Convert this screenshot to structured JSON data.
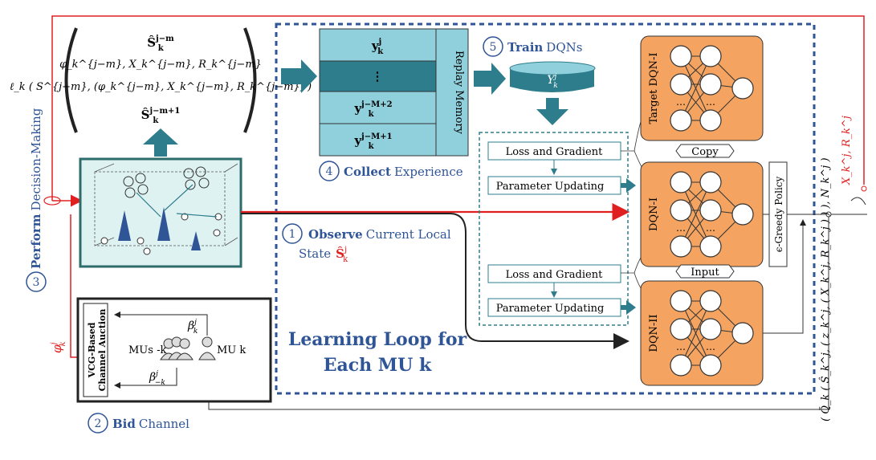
{
  "state_block": {
    "line1": "Ŝ",
    "line1_sup": "j−m",
    "line1_sub": "k",
    "line2": "φ_k^{j−m}, X_k^{j−m}, R_k^{j−m}",
    "line3": "ℓ_k ( S^{j−m}, (φ_k^{j−m}, X_k^{j−m}, R_k^{j−m}) )",
    "line4": "Ŝ",
    "line4_sup": "j−m+1",
    "line4_sub": "k"
  },
  "replay_memory": {
    "label": "Replay Memory",
    "rows": [
      {
        "main": "y",
        "sup": "j",
        "sub": "k"
      },
      {
        "main": "⋮",
        "sup": "",
        "sub": ""
      },
      {
        "main": "y",
        "sup": "j−M+2",
        "sub": "k"
      },
      {
        "main": "y",
        "sup": "j−M+1",
        "sub": "k"
      }
    ]
  },
  "steps": {
    "s1": {
      "num": "1",
      "bold": "Observe",
      "text": "Current Local",
      "text2": "State",
      "symbol": "Ŝ",
      "symbol_sup": "j",
      "symbol_sub": "k"
    },
    "s2": {
      "num": "2",
      "bold": "Bid",
      "text": "Channel"
    },
    "s3": {
      "num": "3",
      "bold": "Perform",
      "text": "Decision-Making"
    },
    "s4": {
      "num": "4",
      "bold": "Collect",
      "text": "Experience"
    },
    "s5": {
      "num": "5",
      "bold": "Train",
      "text": "DQNs"
    }
  },
  "dataset": {
    "main": "Y",
    "sup": "j",
    "sub": "k"
  },
  "update_blocks": {
    "upper": {
      "loss": "Loss and Gradient",
      "param": "Parameter Updating"
    },
    "lower": {
      "loss": "Loss and Gradient",
      "param": "Parameter Updating"
    }
  },
  "networks": {
    "target": "Target DQN-I",
    "dqn1": "DQN-I",
    "dqn2": "DQN-II",
    "copy": "Copy",
    "input": "Input",
    "ellipsis": "…"
  },
  "policy": "ϵ-Greedy Policy",
  "learning_loop": {
    "line1": "Learning Loop for",
    "line2": "Each MU k"
  },
  "auction": {
    "title1": "VCG-Based",
    "title2": "Channel Auction",
    "mus_minus": "MUs -k",
    "mu": "MU k",
    "beta_k": "β",
    "beta_k_sup": "j",
    "beta_k_sub": "k",
    "beta_minus": "β",
    "beta_minus_sup": "j",
    "beta_minus_sub": "−k"
  },
  "phi_label": {
    "main": "φ",
    "sup": "j",
    "sub": "k"
  },
  "xr_label": "X_k^j, R_k^j",
  "q_label": "( Q̃_k ( Ŝ_k^j, ( z_k^j, ( X_k^j, R_k^j ) ) ), N_k^j )",
  "colors": {
    "red": "#e02020",
    "blue_dash": "#2f5597",
    "teal_dark": "#2e7d8c",
    "teal_light": "#8fd0dc",
    "teal_mid": "#3a8ea0",
    "orange": "#f4a460",
    "step_blue": "#2f5597"
  }
}
